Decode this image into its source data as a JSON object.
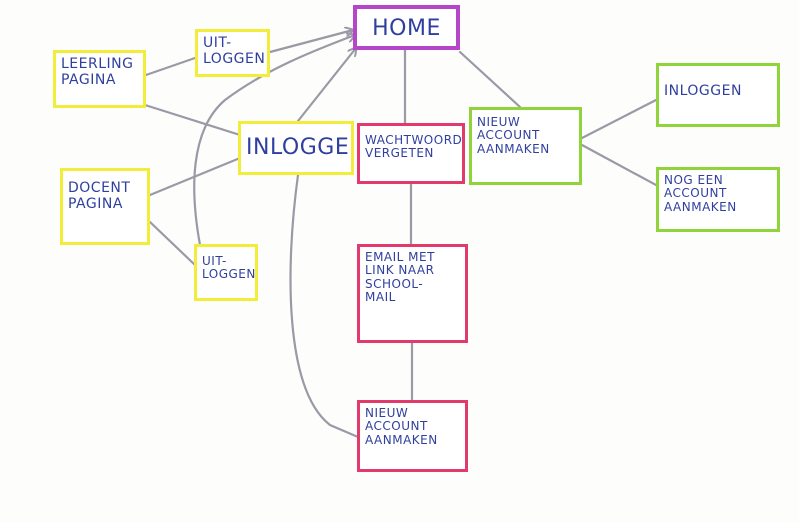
{
  "diagram": {
    "colors": {
      "yellow": "#f2ec3a",
      "purple": "#b646c9",
      "pink": "#e23a6c",
      "green": "#8ed43a",
      "text": "#2f3f9f",
      "line": "#9a9aa6"
    },
    "nodes": {
      "home": "HOME",
      "leerling_pagina": "LEERLING\nPAGINA",
      "uitloggen_top": "UIT-\nLOGGEN",
      "inloggen_center": "INLOGGEN",
      "docent_pagina": "DOCENT\nPAGINA",
      "uitloggen_bottom": "UIT-\nLOGGEN",
      "wachtwoord_vergeten": "WACHTWOORD\nVERGETEN",
      "email_met_link": "EMAIL MET\nLINK NAAR\nSCHOOL-\nMAIL",
      "nieuw_account_bottom": "NIEUW\nACCOUNT\nAANMAKEN",
      "nieuw_account_right": "NIEUW\nACCOUNT\nAANMAKEN",
      "inloggen_right": "INLOGGEN",
      "nog_een_account": "NOG EEN\nACCOUNT\nAANMAKEN"
    }
  }
}
